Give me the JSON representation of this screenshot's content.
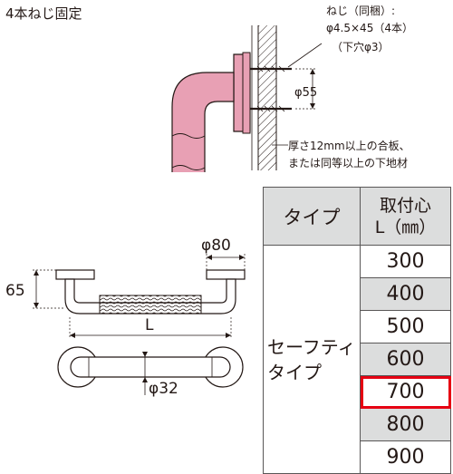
{
  "fixing_title": "4本ねじ固定",
  "screw_note": {
    "line1": "ねじ（同梱）:",
    "line2": "φ4.5×45（4本）",
    "line3": "（下穴φ3）"
  },
  "phi55_label": "φ55",
  "substrate_note": {
    "line1": "厚さ12mm以上の合板、",
    "line2": "または同等以上の下地材"
  },
  "dim_labels": {
    "flange_dia": "φ80",
    "height": "65",
    "length": "L",
    "pipe_dia": "φ32"
  },
  "table": {
    "header_type": "タイプ",
    "header_length_line1": "取付心",
    "header_length_line2": "L（㎜）",
    "type_line1": "セーフティ",
    "type_line2": "タイプ",
    "lengths": [
      "300",
      "400",
      "500",
      "600",
      "700",
      "800",
      "900"
    ],
    "highlighted_length": "700",
    "highlight_color": "#e60012"
  },
  "colors": {
    "bar_pink": "#e8a0b4",
    "bar_outline": "#231815",
    "header_gray": "#dcdddd"
  }
}
